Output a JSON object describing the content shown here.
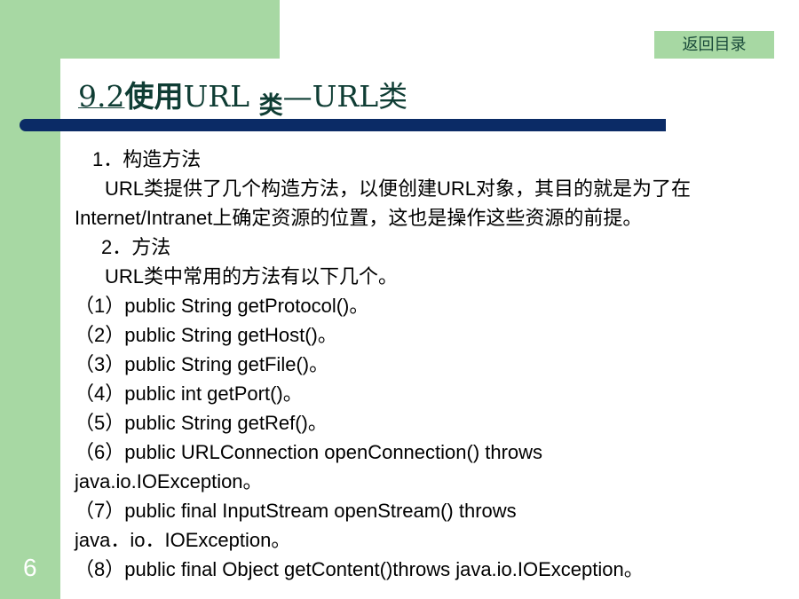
{
  "nav": {
    "back_label": "返回目录"
  },
  "title": {
    "number": "9.2",
    "bold_part": "使用",
    "url_part": "URL",
    "small_part": "类",
    "rest": "—URL类"
  },
  "lines": [
    {
      "text": "  1．构造方法",
      "indent": 20
    },
    {
      "text": "URL类提供了几个构造方法，以便创建URL对象，其目的就是为了在",
      "indent": 34
    },
    {
      "text": "Internet/Intranet上确定资源的位置，这也是操作这些资源的前提。",
      "indent": 0
    },
    {
      "text": "2．方法",
      "indent": 30
    },
    {
      "text": "URL类中常用的方法有以下几个。",
      "indent": 34
    },
    {
      "text": "（1）public String getProtocol()。",
      "indent": 0
    },
    {
      "text": "（2）public String getHost()。",
      "indent": 0
    },
    {
      "text": "（3）public String getFile()。",
      "indent": 0
    },
    {
      "text": "（4）public int getPort()。",
      "indent": 0
    },
    {
      "text": "（5）public String getRef()。",
      "indent": 0
    },
    {
      "text": "（6）public URLConnection openConnection() throws",
      "indent": 0
    },
    {
      "text": "java.io.IOException。",
      "indent": 0
    },
    {
      "text": "（7）public final InputStream openStream() throws",
      "indent": 0
    },
    {
      "text": "java．io．IOException。",
      "indent": 0
    },
    {
      "text": "（8）public final Object getContent()throws java.io.IOException。",
      "indent": 0
    }
  ],
  "page_number": "6",
  "colors": {
    "green_band": "#a7d8a3",
    "rule": "#0b2b66",
    "title": "#0f3d34"
  }
}
